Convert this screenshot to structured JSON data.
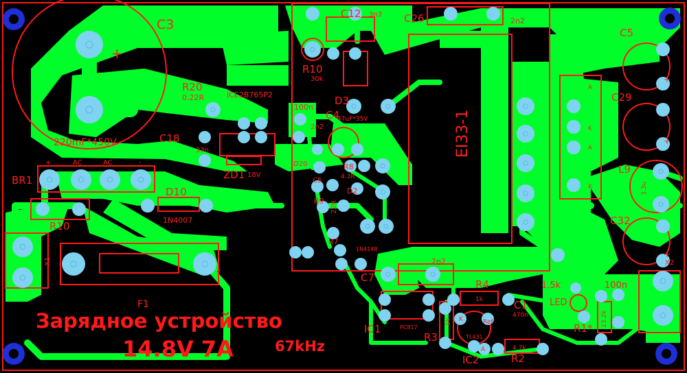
{
  "colors": {
    "background": "#000000",
    "copper": "#00ff2a",
    "silk": "#ff1a1a",
    "pad": "#7fd3f0",
    "via": "#1e2fd6"
  },
  "title": {
    "line1": "Зарядное устройство",
    "line2": "14.8V 7A",
    "freq": "67kHz"
  },
  "components": {
    "c3": {
      "ref": "C3",
      "value": "220mF*450V",
      "plus": "+"
    },
    "r20": {
      "ref": "R20",
      "value": "0.22R"
    },
    "ic_ctrl": {
      "ref": "ICE2B765P2"
    },
    "c18": {
      "ref": "C18",
      "value": "33n"
    },
    "zd1": {
      "ref": "ZD1",
      "value": "18V"
    },
    "br1": {
      "ref": "BR1",
      "pin1": "+",
      "pin2": "AC",
      "pin3": "AC",
      "pin4": "-"
    },
    "r10a": {
      "ref": "R10",
      "value": "30k"
    },
    "r10b": {
      "ref": "R10"
    },
    "d10": {
      "ref": "D10",
      "value": "1N4007"
    },
    "x1": {
      "ref": "X1"
    },
    "f1": {
      "ref": "F1"
    },
    "c12": {
      "ref": "C12",
      "value": "3n3"
    },
    "d3": {
      "ref": "D3"
    },
    "c26": {
      "ref": "C26",
      "value": "2n2"
    },
    "c4": {
      "ref": "C4",
      "value": "47uF*35V"
    },
    "c100n_a": {
      "value": "100n"
    },
    "c2n2_a": {
      "value": "2n2"
    },
    "r8": {
      "ref": "R8",
      "value": "4.3R"
    },
    "d20": {
      "ref": "D20"
    },
    "c5s": {
      "ref": "C5"
    },
    "d2": {
      "ref": "D2"
    },
    "r9": {
      "ref": "R9"
    },
    "r22": {
      "value": "22R"
    },
    "r7": {
      "ref": "R7"
    },
    "d1n4148": {
      "value": "1N4148"
    },
    "transformer": {
      "ref": "EI33-1"
    },
    "c5": {
      "ref": "C5",
      "plus": "+"
    },
    "c29": {
      "ref": "C29",
      "plus": "+"
    },
    "l9": {
      "ref": "L9",
      "value": "3.3u"
    },
    "c32": {
      "ref": "C32",
      "plus": "+"
    },
    "x2": {
      "ref": "X2"
    },
    "c7": {
      "ref": "C7",
      "value": "2n2"
    },
    "ic1": {
      "ref": "IC1",
      "value": "PC817"
    },
    "r4": {
      "ref": "R4",
      "value": "1k"
    },
    "c1": {
      "ref": "C1",
      "value": "470n"
    },
    "r3": {
      "ref": "R3",
      "value": "1k"
    },
    "ic2": {
      "ref": "IC2",
      "value": "TL431",
      "ref_pin": "Ref",
      "k": "K",
      "a": "A"
    },
    "r2": {
      "ref": "R2",
      "value": "4.7k"
    },
    "r1": {
      "ref": "R1*",
      "value": "23.2k"
    },
    "led": {
      "ref": "LED",
      "value": "1.5k"
    },
    "c100n_b": {
      "value": "100n"
    },
    "diode_ak": {
      "a": "A",
      "k": "K"
    }
  }
}
